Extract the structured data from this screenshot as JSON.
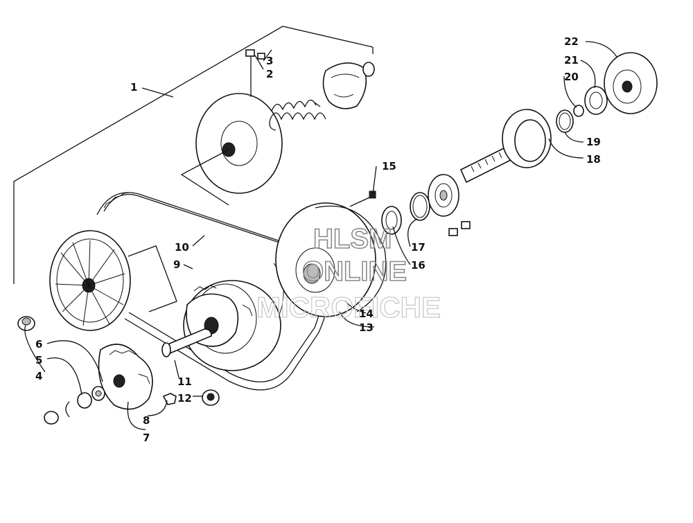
{
  "watermark": {
    "line1": "HLSM",
    "line2": "ONLINE",
    "line3": "MICROFICHE"
  },
  "callouts": [
    {
      "id": "1",
      "label": "1"
    },
    {
      "id": "2",
      "label": "2"
    },
    {
      "id": "3",
      "label": "3"
    },
    {
      "id": "4",
      "label": "4"
    },
    {
      "id": "5",
      "label": "5"
    },
    {
      "id": "6",
      "label": "6"
    },
    {
      "id": "7",
      "label": "7"
    },
    {
      "id": "8",
      "label": "8"
    },
    {
      "id": "9",
      "label": "9"
    },
    {
      "id": "10",
      "label": "10"
    },
    {
      "id": "11",
      "label": "11"
    },
    {
      "id": "12",
      "label": "12"
    },
    {
      "id": "13",
      "label": "13"
    },
    {
      "id": "14",
      "label": "14"
    },
    {
      "id": "15",
      "label": "15"
    },
    {
      "id": "16",
      "label": "16"
    },
    {
      "id": "17",
      "label": "17"
    },
    {
      "id": "18",
      "label": "18"
    },
    {
      "id": "19",
      "label": "19"
    },
    {
      "id": "20",
      "label": "20"
    },
    {
      "id": "21",
      "label": "21"
    },
    {
      "id": "22",
      "label": "22"
    }
  ]
}
